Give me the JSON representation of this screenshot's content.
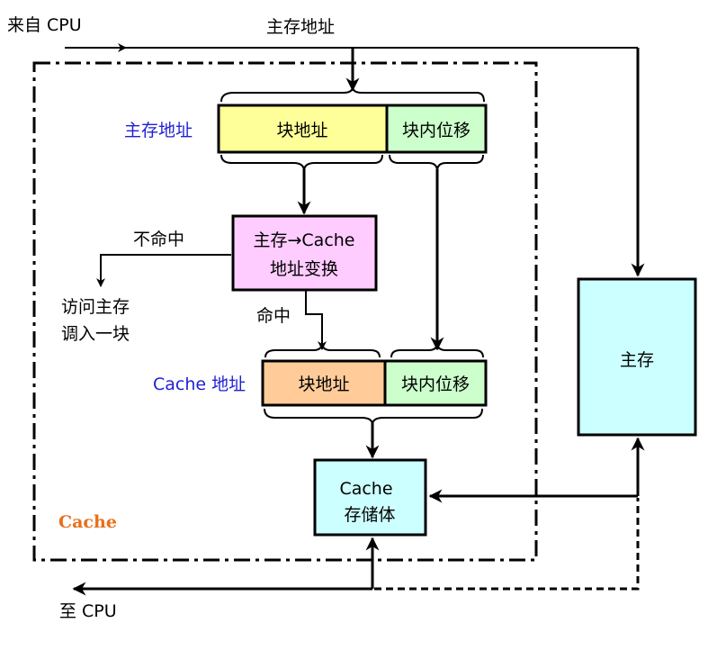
{
  "labels": {
    "from_cpu": "来自 CPU",
    "main_addr_top": "主存地址",
    "main_addr_side": "主存地址",
    "cache_addr_side": "Cache 地址",
    "miss": "不命中",
    "hit": "命中",
    "access_main_line1": "访问主存",
    "access_main_line2": "调入一块",
    "cache_region": "Cache",
    "to_cpu": "至 CPU"
  },
  "main_address": {
    "block_addr": "块地址",
    "offset": "块内位移"
  },
  "cache_address": {
    "block_addr": "块地址",
    "offset": "块内位移"
  },
  "translator": {
    "line1": "主存→Cache",
    "line2": "地址变换"
  },
  "cache_storage": {
    "line1": "Cache",
    "line2": "存储体"
  },
  "main_memory": {
    "label": "主存"
  },
  "colors": {
    "main_block": "#ffff99",
    "offset": "#ccffcc",
    "translator": "#ffccff",
    "cache_block": "#ffcc99",
    "storage": "#ccffff",
    "blue_label": "#1f1fd6",
    "orange_label": "#e8701a"
  }
}
